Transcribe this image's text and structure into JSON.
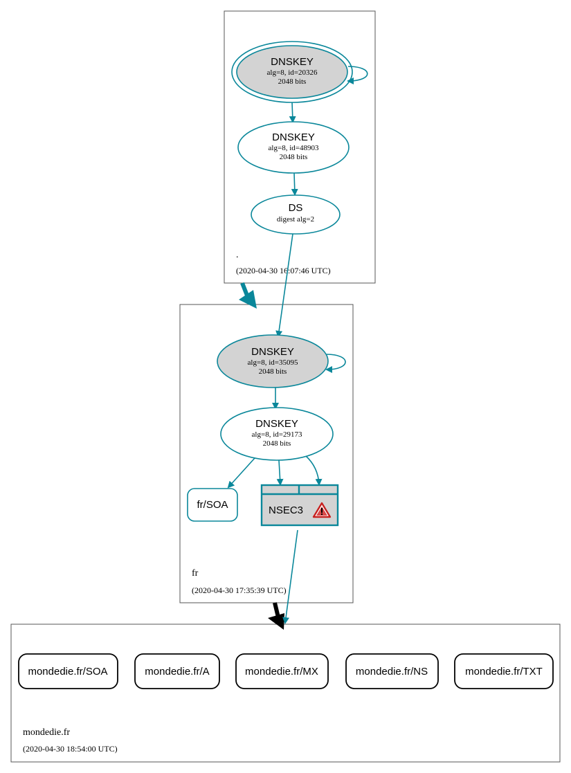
{
  "zones": {
    "root": {
      "name": ".",
      "time": "(2020-04-30 16:07:46 UTC)"
    },
    "fr": {
      "name": "fr",
      "time": "(2020-04-30 17:35:39 UTC)"
    },
    "mondedie": {
      "name": "mondedie.fr",
      "time": "(2020-04-30 18:54:00 UTC)"
    }
  },
  "nodes": {
    "root_ksk": {
      "title": "DNSKEY",
      "line1": "alg=8, id=20326",
      "line2": "2048 bits"
    },
    "root_zsk": {
      "title": "DNSKEY",
      "line1": "alg=8, id=48903",
      "line2": "2048 bits"
    },
    "root_ds": {
      "title": "DS",
      "line1": "digest alg=2"
    },
    "fr_ksk": {
      "title": "DNSKEY",
      "line1": "alg=8, id=35095",
      "line2": "2048 bits"
    },
    "fr_zsk": {
      "title": "DNSKEY",
      "line1": "alg=8, id=29173",
      "line2": "2048 bits"
    },
    "fr_soa": {
      "label": "fr/SOA"
    },
    "nsec3": {
      "label": "NSEC3",
      "icon": "warning-icon"
    }
  },
  "records": [
    "mondedie.fr/SOA",
    "mondedie.fr/A",
    "mondedie.fr/MX",
    "mondedie.fr/NS",
    "mondedie.fr/TXT"
  ],
  "colors": {
    "edge": "#0a879a",
    "ksk_fill": "#d3d3d3",
    "warning": "#c8201f"
  }
}
